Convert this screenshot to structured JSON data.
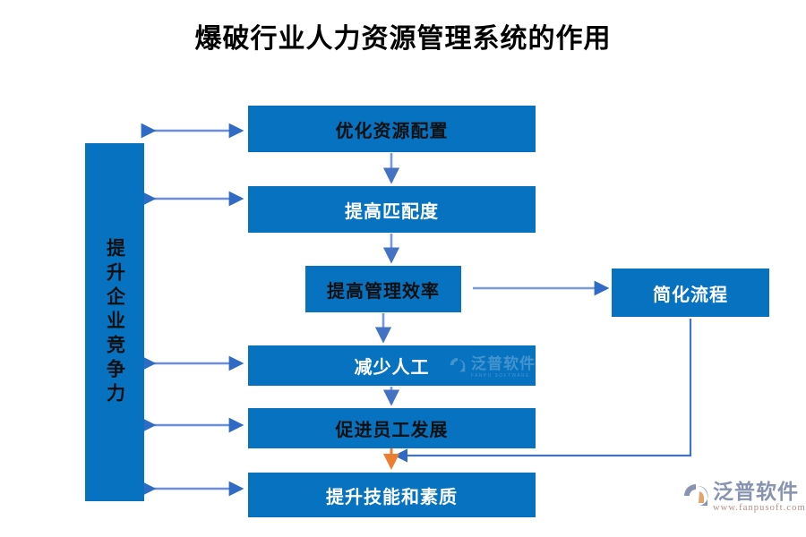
{
  "page": {
    "title": "爆破行业人力资源管理系统的作用",
    "background_color": "#ffffff"
  },
  "colors": {
    "box_blue": "#0672c0",
    "arrow_blue": "#6b8fdc",
    "arrow_blue_dark": "#2f6bc4",
    "arrow_orange": "#ed7d31",
    "text_dark": "#101010",
    "text_light": "#ffffff",
    "brand_gray": "#8793b0",
    "brand_url": "#b58f84"
  },
  "diagram": {
    "type": "flowchart",
    "pillar": {
      "label": "提升企业竞争力",
      "text_color": "#101010",
      "orientation": "vertical"
    },
    "nodes": [
      {
        "id": "node-1",
        "label": "优化资源配置",
        "text_color": "dark"
      },
      {
        "id": "node-2",
        "label": "提高匹配度",
        "text_color": "light"
      },
      {
        "id": "node-3",
        "label": "提高管理效率",
        "text_color": "dark"
      },
      {
        "id": "node-4",
        "label": "减少人工",
        "text_color": "light"
      },
      {
        "id": "node-5",
        "label": "促进员工发展",
        "text_color": "dark"
      },
      {
        "id": "node-6",
        "label": "提升技能和素质",
        "text_color": "light"
      },
      {
        "id": "node-7",
        "label": "简化流程",
        "text_color": "light"
      }
    ],
    "connectors": [
      {
        "from": "pillar",
        "to": "node-1",
        "style": "double-arrow-horizontal",
        "color": "#6b8fdc"
      },
      {
        "from": "pillar",
        "to": "node-2",
        "style": "double-arrow-horizontal",
        "color": "#6b8fdc"
      },
      {
        "from": "pillar",
        "to": "node-4",
        "style": "double-arrow-horizontal",
        "color": "#6b8fdc"
      },
      {
        "from": "pillar",
        "to": "node-5",
        "style": "double-arrow-horizontal",
        "color": "#6b8fdc"
      },
      {
        "from": "pillar",
        "to": "node-6",
        "style": "double-arrow-horizontal",
        "color": "#6b8fdc"
      },
      {
        "from": "node-1",
        "to": "node-2",
        "style": "arrow-down",
        "color": "#6b8fdc"
      },
      {
        "from": "node-2",
        "to": "node-3",
        "style": "arrow-down",
        "color": "#6b8fdc"
      },
      {
        "from": "node-3",
        "to": "node-7",
        "style": "arrow-right",
        "color": "#6b8fdc"
      },
      {
        "from": "node-3",
        "to": "node-4",
        "style": "arrow-down",
        "color": "#6b8fdc"
      },
      {
        "from": "node-4",
        "to": "node-5",
        "style": "arrow-down",
        "color": "#6b8fdc"
      },
      {
        "from": "node-5",
        "to": "node-6",
        "style": "arrow-down",
        "color": "#ed7d31"
      },
      {
        "from": "node-7",
        "to": "node-6",
        "style": "elbow-down-left-arrow",
        "color": "#6b8fdc"
      }
    ]
  },
  "watermark": {
    "text": "泛普软件",
    "sub": "FANPU SOFTWARE"
  },
  "brand": {
    "name": "泛普软件",
    "url": "www.fanpusoft.com"
  }
}
